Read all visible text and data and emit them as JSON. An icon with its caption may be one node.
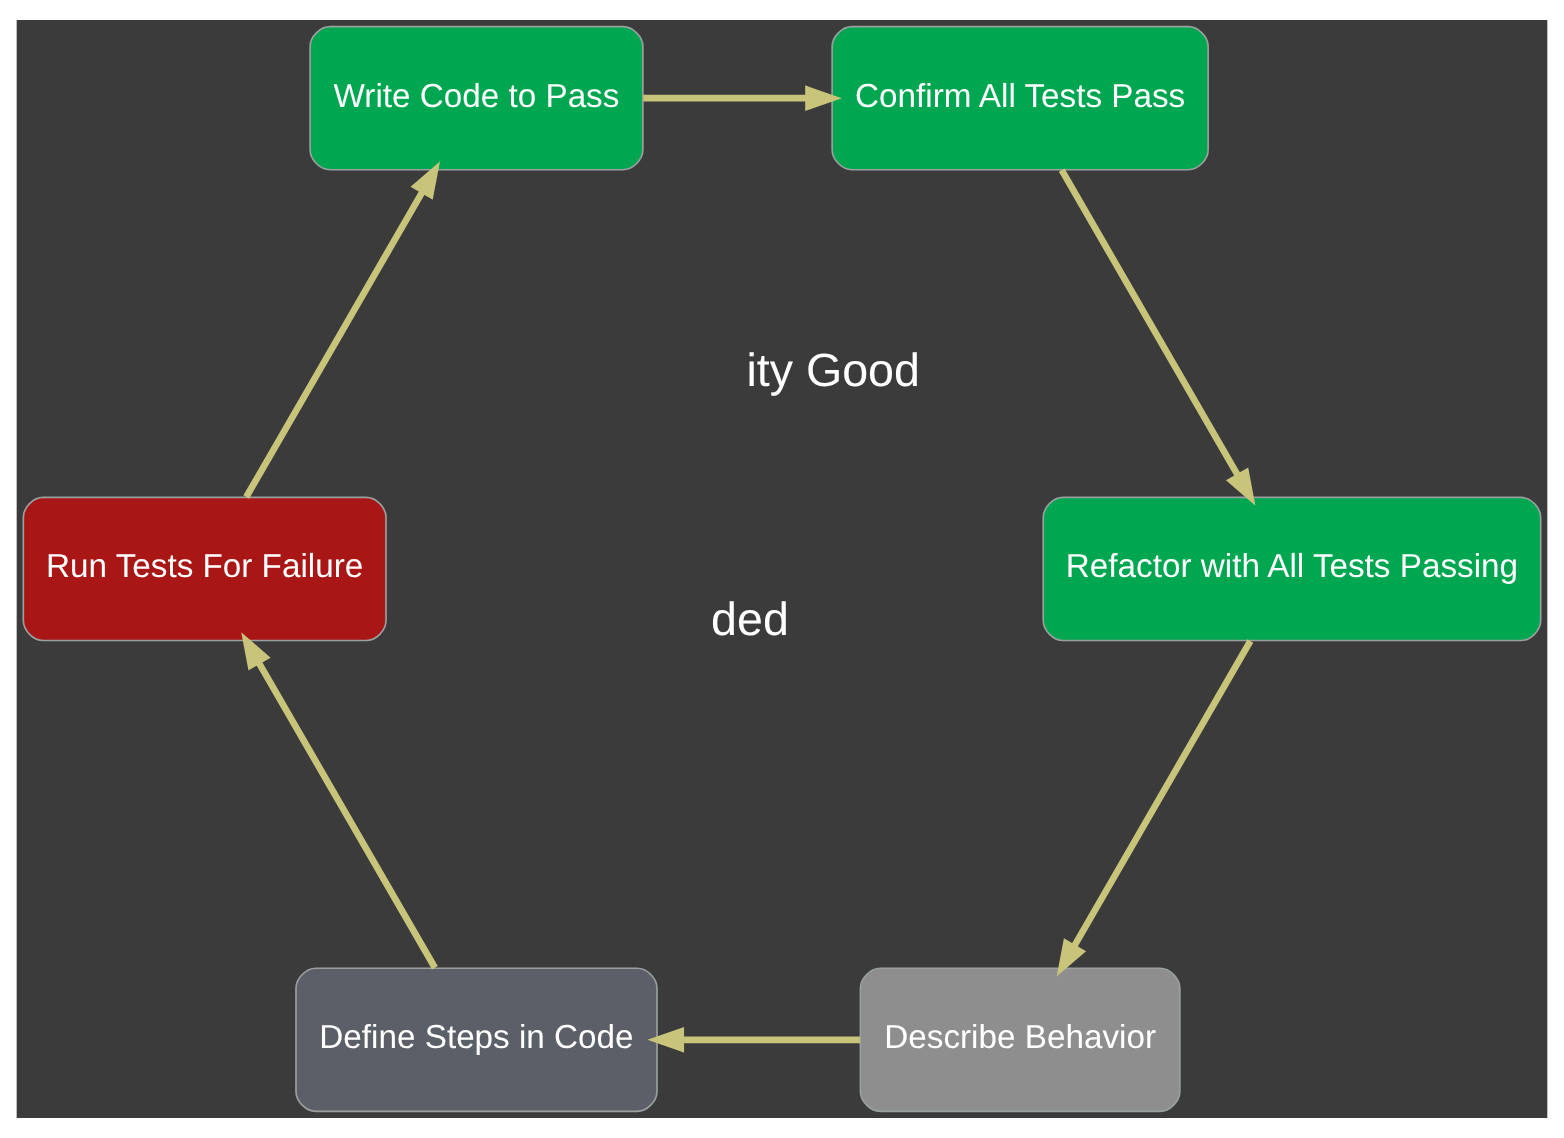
{
  "diagram": {
    "nodes": [
      {
        "text": [
          "Describe Behavior"
        ]
      },
      {
        "text": [
          "Define Steps in Code"
        ]
      },
      {
        "text": [
          "Run Tests For Failure"
        ]
      },
      {
        "text": [
          "Write Code to Pass"
        ]
      },
      {
        "text": [
          "Confirm All Tests Pass"
        ]
      },
      {
        "text": [
          "Refactor with All Tests Passing"
        ]
      }
    ],
    "edges": [
      {
        "from": 0,
        "to": 1,
        "arrow": "to"
      },
      {
        "from": 1,
        "to": 2,
        "arrow": "to"
      },
      {
        "from": 2,
        "to": 3,
        "arrow": "to"
      },
      {
        "from": 3,
        "to": 4,
        "arrow": "to"
      },
      {
        "from": 4,
        "to": 5,
        "arrow": "to"
      },
      {
        "from": 5,
        "to": 0,
        "arrow": "to"
      }
    ],
    "labels": [
      "ity Good",
      "ded"
    ]
  }
}
